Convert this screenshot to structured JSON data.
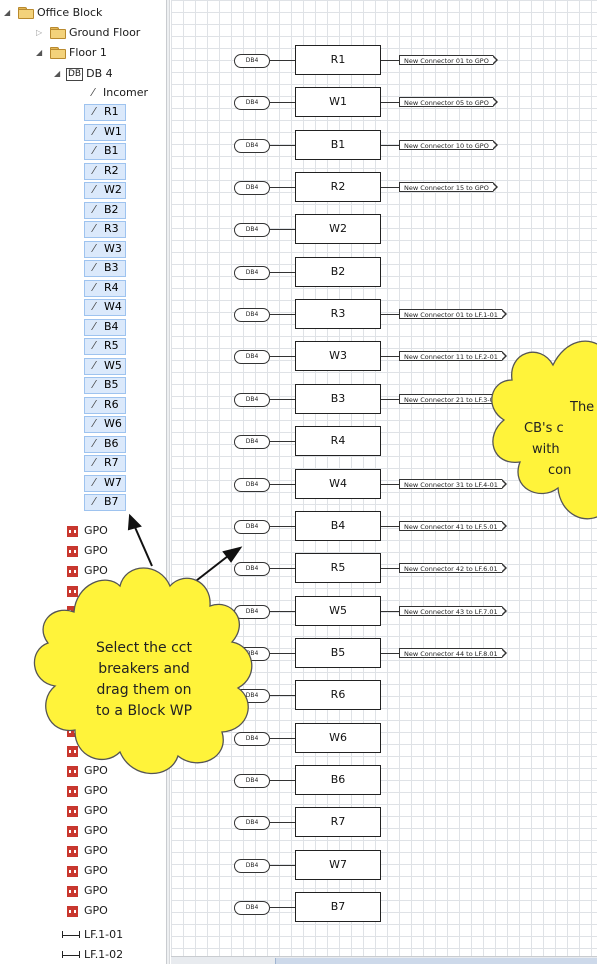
{
  "tree": {
    "root": "Office Block",
    "ground_floor": "Ground Floor",
    "floor1": "Floor 1",
    "db_label": "DB 4",
    "db_icon_text": "DB",
    "incomer": "Incomer",
    "breakers": [
      "R1",
      "W1",
      "B1",
      "R2",
      "W2",
      "B2",
      "R3",
      "W3",
      "B3",
      "R4",
      "W4",
      "B4",
      "R5",
      "W5",
      "B5",
      "R6",
      "W6",
      "B6",
      "R7",
      "W7",
      "B7"
    ],
    "gpo_label": "GPO",
    "lf_items": [
      "LF.1-01",
      "LF.1-02"
    ]
  },
  "diagram": {
    "rows": [
      {
        "db": "DB4",
        "block": "R1",
        "connector": "New Connector 01 to GPO"
      },
      {
        "db": "DB4",
        "block": "W1",
        "connector": "New Connector 05 to GPO"
      },
      {
        "db": "DB4",
        "block": "B1",
        "connector": "New Connector 10 to GPO"
      },
      {
        "db": "DB4",
        "block": "R2",
        "connector": "New Connector 15 to GPO"
      },
      {
        "db": "DB4",
        "block": "W2",
        "connector": ""
      },
      {
        "db": "DB4",
        "block": "B2",
        "connector": ""
      },
      {
        "db": "DB4",
        "block": "R3",
        "connector": "New Connector 01 to LF.1-01"
      },
      {
        "db": "DB4",
        "block": "W3",
        "connector": "New Connector 11 to LF.2-01"
      },
      {
        "db": "DB4",
        "block": "B3",
        "connector": "New Connector 21 to LF.3-01"
      },
      {
        "db": "DB4",
        "block": "R4",
        "connector": ""
      },
      {
        "db": "DB4",
        "block": "W4",
        "connector": "New Connector 31 to LF.4-01"
      },
      {
        "db": "DB4",
        "block": "B4",
        "connector": "New Connector 41 to LF.5.01"
      },
      {
        "db": "DB4",
        "block": "R5",
        "connector": "New Connector 42 to LF.6.01"
      },
      {
        "db": "DB4",
        "block": "W5",
        "connector": "New Connector 43 to LF.7.01"
      },
      {
        "db": "DB4",
        "block": "B5",
        "connector": "New Connector 44 to LF.8.01"
      },
      {
        "db": "DB4",
        "block": "R6",
        "connector": ""
      },
      {
        "db": "DB4",
        "block": "W6",
        "connector": ""
      },
      {
        "db": "DB4",
        "block": "B6",
        "connector": ""
      },
      {
        "db": "DB4",
        "block": "R7",
        "connector": ""
      },
      {
        "db": "DB4",
        "block": "W7",
        "connector": ""
      },
      {
        "db": "DB4",
        "block": "B7",
        "connector": ""
      }
    ]
  },
  "callouts": {
    "left": {
      "lines": [
        "Select the cct",
        "breakers and",
        "drag them on",
        "to a Block WP"
      ]
    },
    "right": {
      "lines": [
        "The",
        "CB's c",
        "with",
        "con"
      ]
    }
  },
  "colors": {
    "cloud_fill": "#fff33a",
    "cloud_stroke": "#555555",
    "tree_selection": "#dbe9fb",
    "gpo_icon": "#c8372e"
  }
}
